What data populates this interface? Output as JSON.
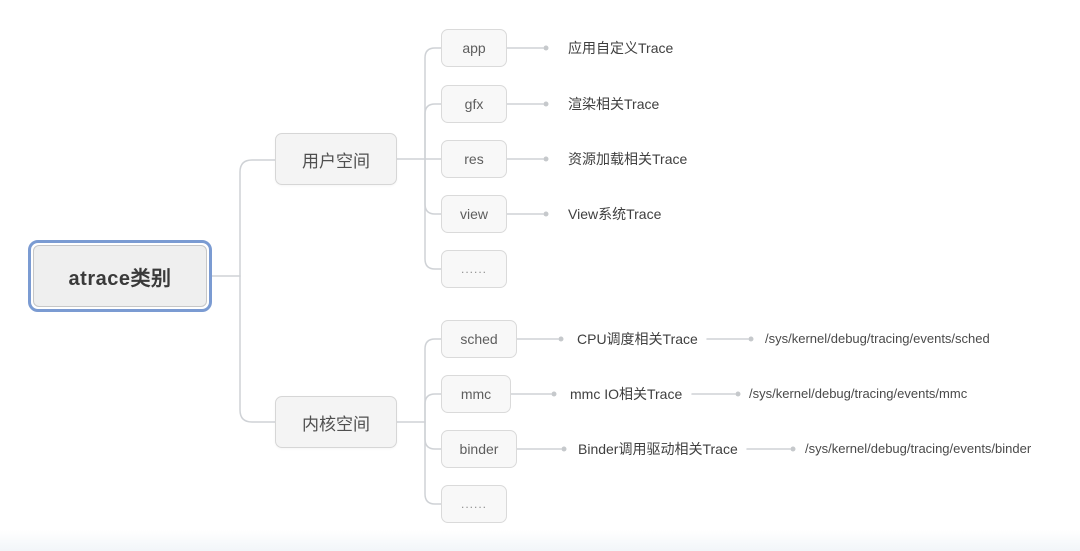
{
  "diagram": {
    "root": {
      "label": "atrace类别"
    },
    "branches": [
      {
        "label": "用户空间",
        "children": [
          {
            "label": "app",
            "desc": "应用自定义Trace"
          },
          {
            "label": "gfx",
            "desc": "渲染相关Trace"
          },
          {
            "label": "res",
            "desc": "资源加载相关Trace"
          },
          {
            "label": "view",
            "desc": "View系统Trace"
          },
          {
            "label": "......"
          }
        ]
      },
      {
        "label": "内核空间",
        "children": [
          {
            "label": "sched",
            "desc": "CPU调度相关Trace",
            "path": "/sys/kernel/debug/tracing/events/sched"
          },
          {
            "label": "mmc",
            "desc": "mmc IO相关Trace",
            "path": "/sys/kernel/debug/tracing/events/mmc"
          },
          {
            "label": "binder",
            "desc": "Binder调用驱动相关Trace",
            "path": "/sys/kernel/debug/tracing/events/binder"
          },
          {
            "label": "......"
          }
        ]
      }
    ],
    "colors": {
      "selection_ring": "#7b9bd2",
      "node_border": "#d8d8d8",
      "node_fill": "#f5f5f5",
      "connector": "#cfd2d6",
      "text": "#3f3f3f"
    }
  }
}
